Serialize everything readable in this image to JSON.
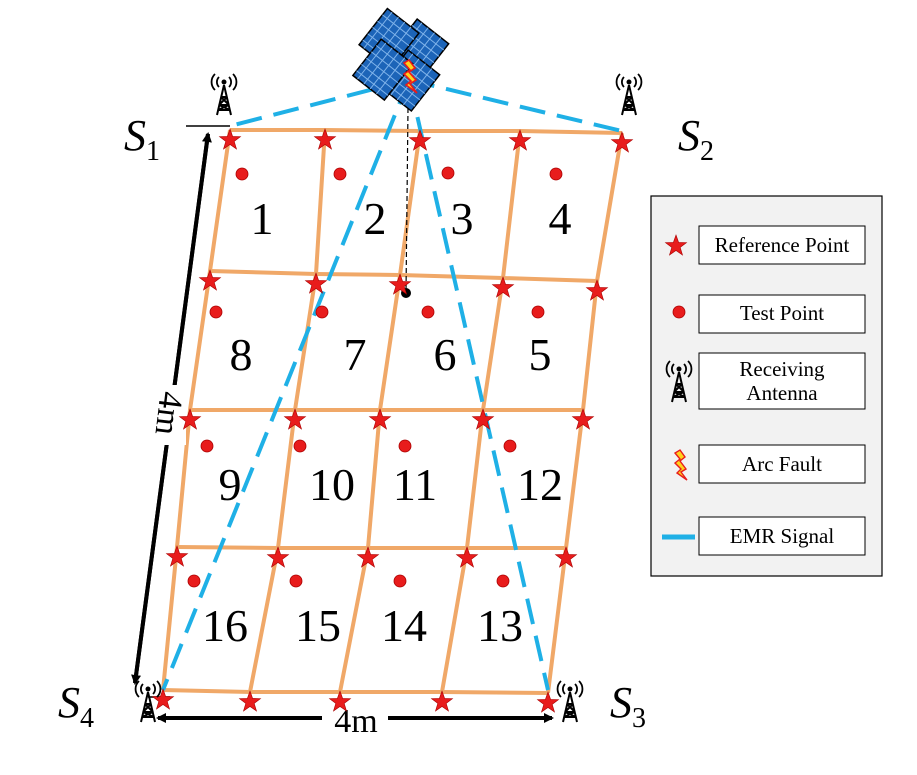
{
  "colors": {
    "grid": "#f0a868",
    "emr": "#1fb0e6",
    "star": "#e81c1c",
    "dot": "#e81c1c",
    "panel": "#1c64b8",
    "legend_bg": "#f2f2f2",
    "arrow": "#000000"
  },
  "sensors": {
    "s1": {
      "letter": "S",
      "sub": "1"
    },
    "s2": {
      "letter": "S",
      "sub": "2"
    },
    "s3": {
      "letter": "S",
      "sub": "3"
    },
    "s4": {
      "letter": "S",
      "sub": "4"
    }
  },
  "dimensions": {
    "vertical": "4m",
    "horizontal": "4m"
  },
  "cells": [
    "1",
    "2",
    "3",
    "4",
    "8",
    "7",
    "6",
    "5",
    "9",
    "10",
    "11",
    "12",
    "16",
    "15",
    "14",
    "13"
  ],
  "legend": {
    "items": [
      {
        "label": "Reference Point",
        "icon": "red-star-icon"
      },
      {
        "label": "Test Point",
        "icon": "red-dot-icon"
      },
      {
        "label": "Receiving Antenna",
        "line1": "Receiving",
        "line2": "Antenna",
        "icon": "antenna-icon"
      },
      {
        "label": "Arc Fault",
        "icon": "lightning-icon"
      },
      {
        "label": "EMR Signal",
        "icon": "dashed-line-icon"
      }
    ]
  }
}
